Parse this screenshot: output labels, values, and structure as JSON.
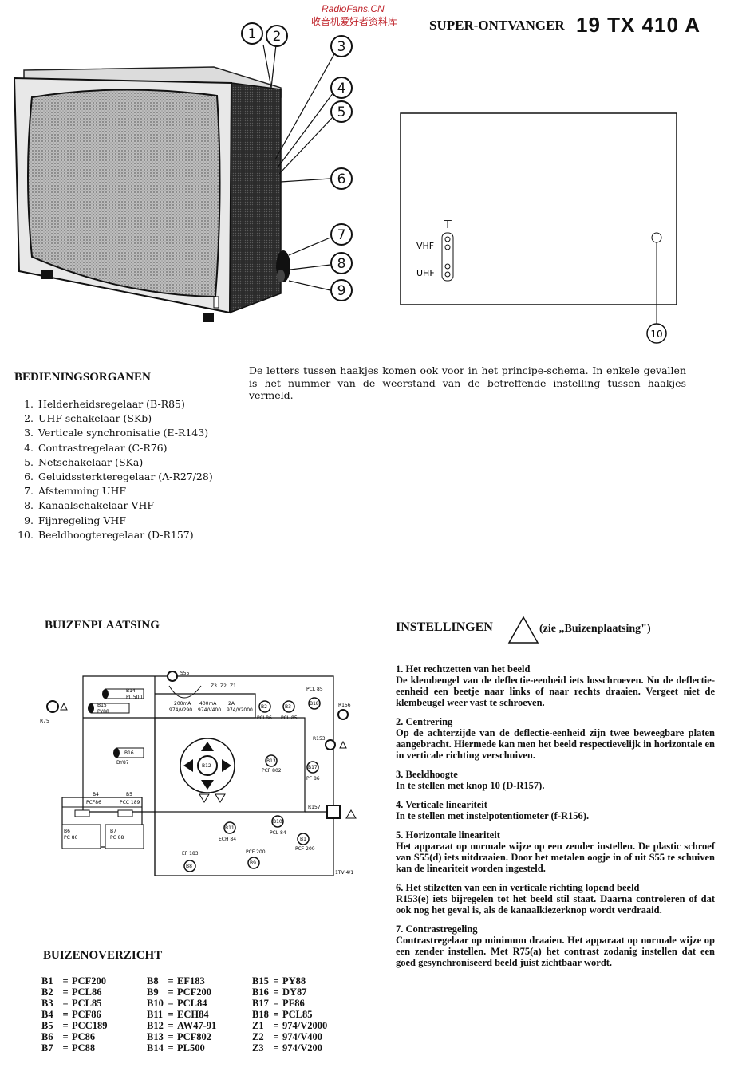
{
  "watermark": {
    "site": "RadioFans.CN",
    "tagline": "收音机爱好者资料库"
  },
  "header": {
    "title": "SUPER-ONTVANGER",
    "model": "19 TX 410 A"
  },
  "tv_callouts": [
    "1",
    "2",
    "3",
    "4",
    "5",
    "6",
    "7",
    "8",
    "9"
  ],
  "back_panel": {
    "antenna_symbol": "⊤",
    "vhf_label": "VHF",
    "uhf_label": "UHF",
    "callout": "10"
  },
  "controls": {
    "heading": "BEDIENINGSORGANEN",
    "items": [
      {
        "num": "1.",
        "label": "Helderheidsregelaar (B-R85)"
      },
      {
        "num": "2.",
        "label": "UHF-schakelaar (SKb)"
      },
      {
        "num": "3.",
        "label": "Verticale synchronisatie (E-R143)"
      },
      {
        "num": "4.",
        "label": "Contrastregelaar (C-R76)"
      },
      {
        "num": "5.",
        "label": "Netschakelaar (SKa)"
      },
      {
        "num": "6.",
        "label": "Geluidssterkteregelaar (A-R27/28)"
      },
      {
        "num": "7.",
        "label": "Afstemming UHF"
      },
      {
        "num": "8.",
        "label": "Kanaalschakelaar VHF"
      },
      {
        "num": "9.",
        "label": "Fijnregeling VHF"
      },
      {
        "num": "10.",
        "label": "Beeldhoogteregelaar (D-R157)"
      }
    ]
  },
  "note": "De letters tussen haakjes komen ook voor in het principe-schema. In enkele gevallen is het nummer van de weerstand van de betreffende instelling tussen haakjes vermeld.",
  "layout_section": {
    "heading": "BUIZENPLAATSING",
    "labels": {
      "b14": "B14",
      "pl500": "PL 500",
      "b15": "B15",
      "py88": "PY88",
      "b16": "B16",
      "dy87": "DY87",
      "b12": "B12",
      "b4": "B4",
      "pcf86": "PCF86",
      "b5": "B5",
      "pcc189": "PCC 189",
      "b6": "B6",
      "pc86": "PC 86",
      "b7": "B7",
      "pc88": "PC 88",
      "b2": "B2",
      "pcl86": "PCL86",
      "b3": "B3",
      "pcl85a": "PCL 85",
      "b18": "B18",
      "pcl85": "PCL 85",
      "b13": "B13",
      "pcf802": "PCF 802",
      "b17": "B17",
      "pf86": "PF 86",
      "b11": "B11",
      "ech84": "ECH 84",
      "b10": "B10",
      "pcl84": "PCL 84",
      "b1": "B1",
      "pcf200": "PCF 200",
      "b8": "B8",
      "ef183": "EF 183",
      "b9": "B9",
      "pcf200b": "PCF 200",
      "r75": "R75",
      "r156": "R156",
      "r153": "R153",
      "r157": "R157",
      "s55": "S55",
      "z1": "Z1",
      "z2": "Z2",
      "z3": "Z3",
      "ma200": "200mA",
      "ma400": "400mA",
      "a2": "2A",
      "v290": "974/V290",
      "v400": "974/V400",
      "v2000": "974/V2000",
      "code": "1TV 4/1"
    }
  },
  "settings": {
    "heading": "INSTELLINGEN",
    "ref": "(zie „Buizenplaatsing\")",
    "items": [
      {
        "title": "1. Het rechtzetten van het beeld",
        "body": "De klembeugel van de deflectie-eenheid iets losschroeven. Nu de deflectie-eenheid een beetje naar links of naar rechts draaien. Vergeet niet de klembeugel weer vast te schroeven."
      },
      {
        "title": "2. Centrering",
        "body": "Op de achterzijde van de deflectie-eenheid zijn twee beweegbare platen aangebracht. Hiermede kan men het beeld respectievelijk in horizontale en in verticale richting verschuiven."
      },
      {
        "title": "3. Beeldhoogte",
        "body": "In te stellen met knop 10 (D-R157)."
      },
      {
        "title": "4. Verticale lineariteit",
        "body": "In te stellen met instelpotentiometer (f-R156)."
      },
      {
        "title": "5. Horizontale lineariteit",
        "body": "Het apparaat op normale wijze op een zender instellen. De plastic schroef van S55(d) iets uitdraaien. Door het metalen oogje in of uit S55 te schuiven kan de lineariteit worden ingesteld."
      },
      {
        "title": "6. Het stilzetten van een in verticale richting lopend beeld",
        "body": "R153(e) iets bijregelen tot het beeld stil staat. Daarna controleren of dat ook nog het geval is, als de kanaalkiezerknop wordt verdraaid."
      },
      {
        "title": "7. Contrastregeling",
        "body": "Contrastregelaar op minimum draaien. Het apparaat op normale wijze op een zender instellen. Met R75(a) het contrast zodanig instellen dat een goed gesynchroniseerd beeld juist zichtbaar wordt."
      }
    ]
  },
  "tube_overview": {
    "heading": "BUIZENOVERZICHT",
    "eq": "=",
    "col1": [
      [
        "B1",
        "PCF200"
      ],
      [
        "B2",
        "PCL86"
      ],
      [
        "B3",
        "PCL85"
      ],
      [
        "B4",
        "PCF86"
      ],
      [
        "B5",
        "PCC189"
      ],
      [
        "B6",
        "PC86"
      ],
      [
        "B7",
        "PC88"
      ]
    ],
    "col2": [
      [
        "B8",
        "EF183"
      ],
      [
        "B9",
        "PCF200"
      ],
      [
        "B10",
        "PCL84"
      ],
      [
        "B11",
        "ECH84"
      ],
      [
        "B12",
        "AW47-91"
      ],
      [
        "B13",
        "PCF802"
      ],
      [
        "B14",
        "PL500"
      ]
    ],
    "col3": [
      [
        "B15",
        "PY88"
      ],
      [
        "B16",
        "DY87"
      ],
      [
        "B17",
        "PF86"
      ],
      [
        "B18",
        "PCL85"
      ],
      [
        "Z1",
        "974/V2000"
      ],
      [
        "Z2",
        "974/V400"
      ],
      [
        "Z3",
        "974/V200"
      ]
    ]
  }
}
